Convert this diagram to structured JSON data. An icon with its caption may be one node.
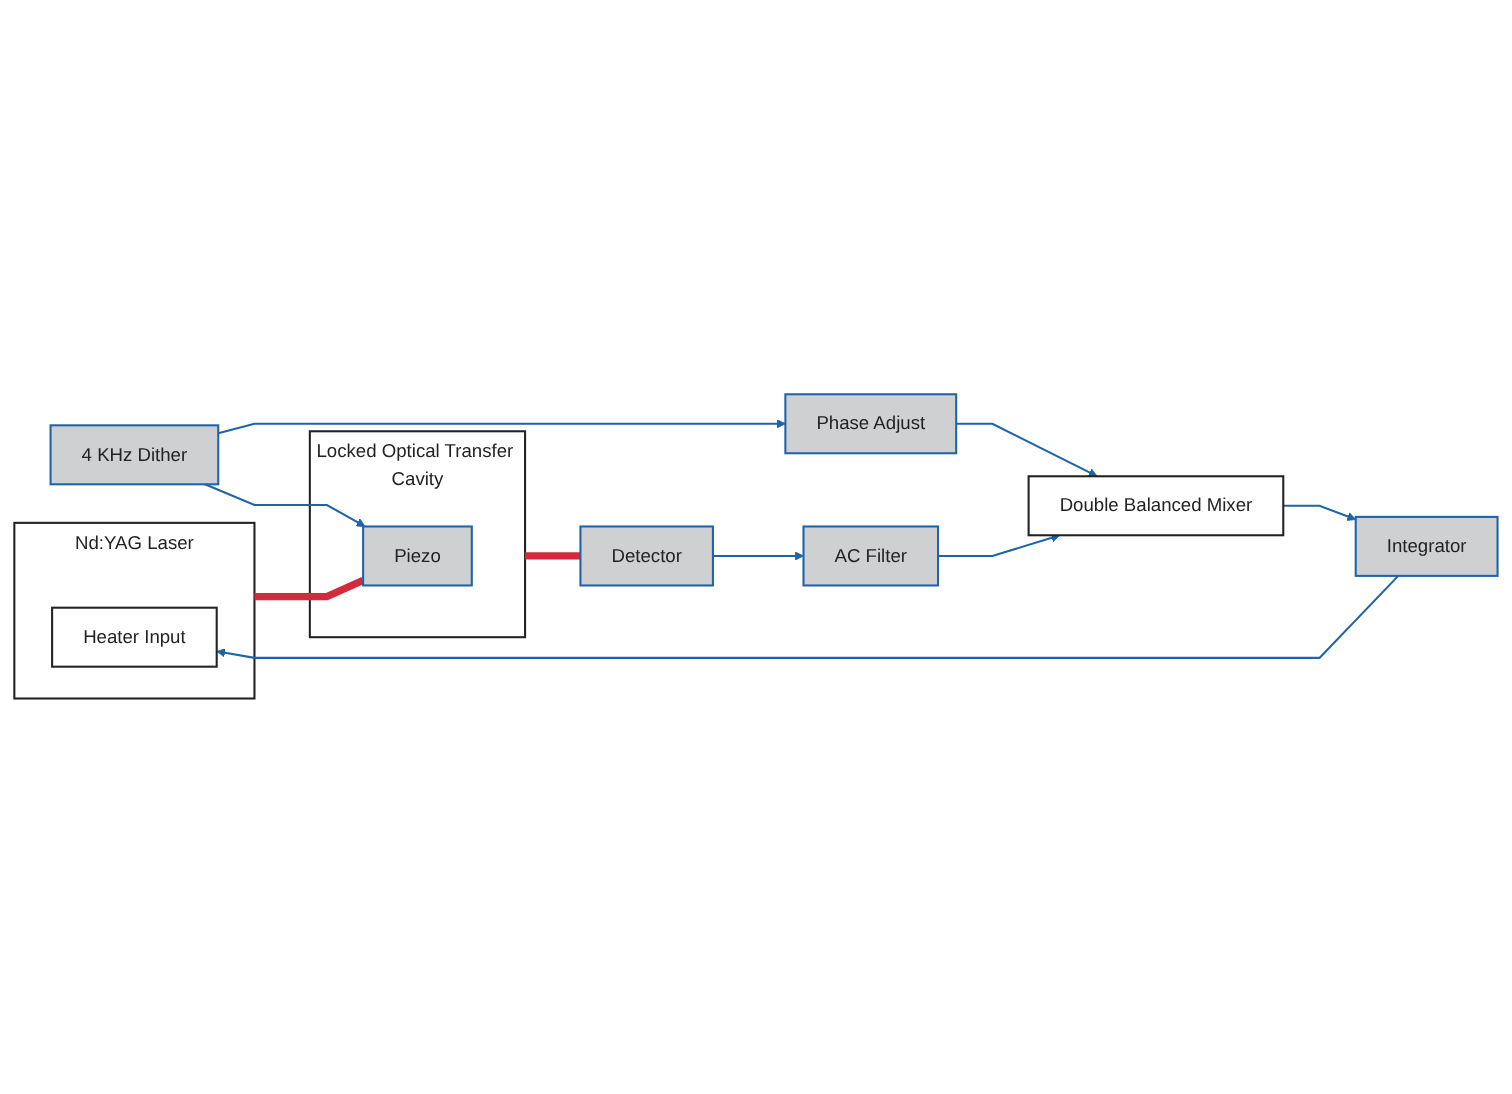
{
  "diagram": {
    "nodes": [
      {
        "text": [
          "Nd:YAG Laser"
        ]
      },
      {
        "text": [
          "Heater Input"
        ],
        "in": 0
      },
      {
        "text": [
          "Locked Optical Transfer Cavity"
        ]
      },
      {
        "text": [
          "Piezo"
        ],
        "in": 2
      },
      {
        "text": [
          "4 KHz Dither"
        ]
      },
      {
        "text": [
          "Detector"
        ]
      },
      {
        "text": [
          "Phase Adjust"
        ]
      },
      {
        "text": [
          "AC Filter"
        ]
      },
      {
        "text": [
          "Integrator"
        ]
      },
      {
        "text": [
          "Double Balanced Mixer"
        ]
      }
    ],
    "edges": [
      {
        "from": 0,
        "to": 3,
        "arrow": "none",
        "style": "thick",
        "color": "#d42a3c"
      },
      {
        "from": 2,
        "to": 5,
        "arrow": "none",
        "style": "thick",
        "color": "#d42a3c"
      },
      {
        "from": 4,
        "to": 3,
        "arrow": "to"
      },
      {
        "from": 4,
        "to": 6,
        "arrow": "to"
      },
      {
        "from": 5,
        "to": 7,
        "arrow": "to"
      },
      {
        "from": 6,
        "to": 9,
        "arrow": "to"
      },
      {
        "from": 7,
        "to": 9,
        "arrow": "to"
      },
      {
        "from": 9,
        "to": 8,
        "arrow": "to"
      },
      {
        "from": 8,
        "to": 1,
        "arrow": "to"
      }
    ]
  }
}
